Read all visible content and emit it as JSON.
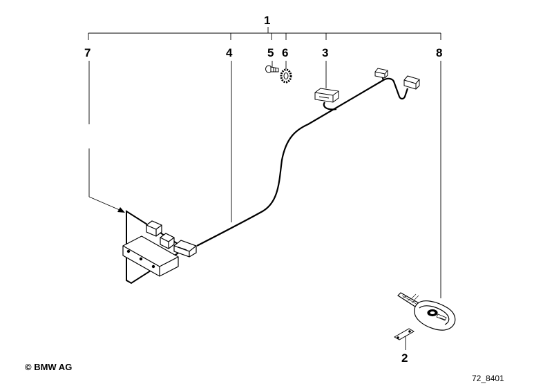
{
  "diagram": {
    "callouts": {
      "c1": "1",
      "c2": "2",
      "c3": "3",
      "c4": "4",
      "c5": "5",
      "c6": "6",
      "c7": "7",
      "c8": "8"
    },
    "copyright": "© BMW AG",
    "drawing_number": "72_8401"
  }
}
